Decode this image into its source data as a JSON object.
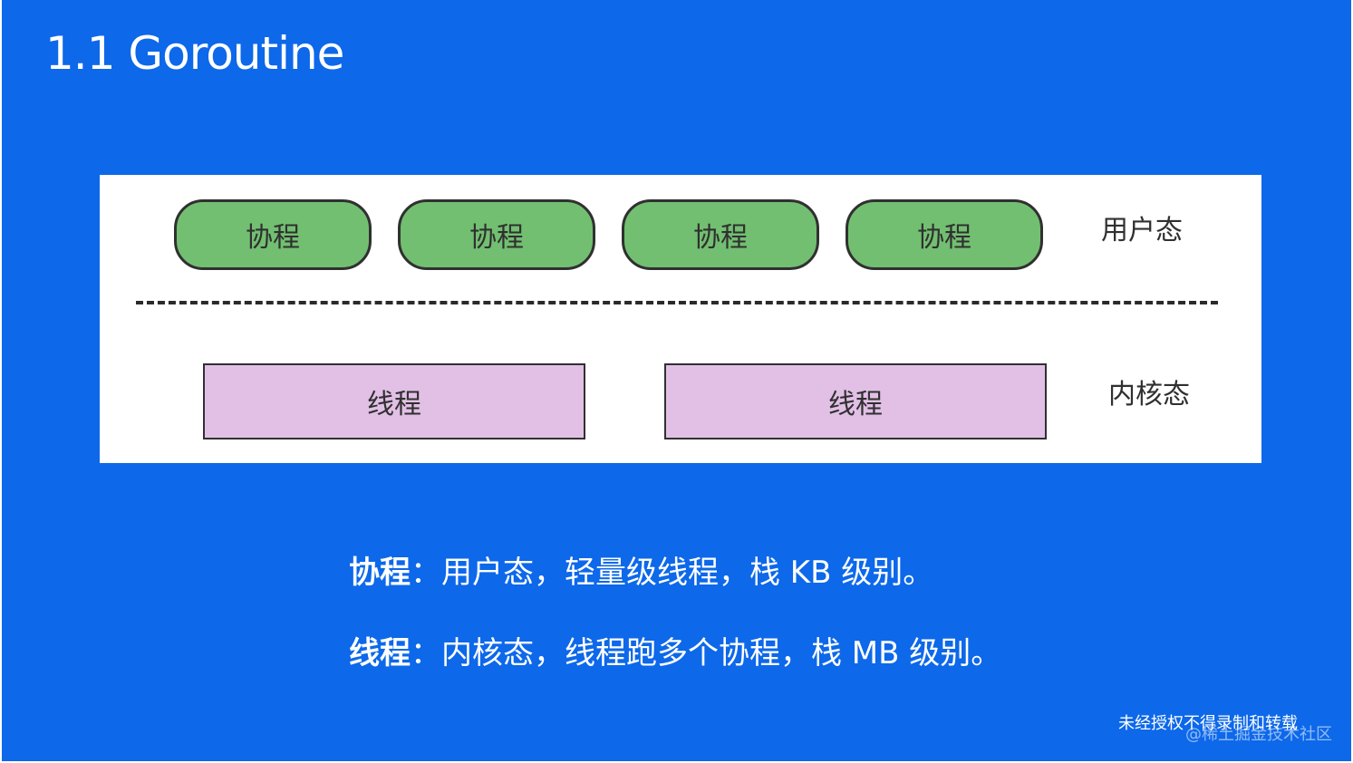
{
  "title": "1.1 Goroutine",
  "diagram": {
    "user_space": {
      "label": "用户态",
      "coroutines": [
        "协程",
        "协程",
        "协程",
        "协程"
      ]
    },
    "kernel_space": {
      "label": "内核态",
      "threads": [
        "线程",
        "线程"
      ]
    },
    "colors": {
      "coroutine_fill": "#72bf71",
      "thread_fill": "#e2c0e6",
      "background": "#0d68ea"
    }
  },
  "descriptions": [
    {
      "term": "协程",
      "text": "：用户态，轻量级线程，栈 KB 级别。"
    },
    {
      "term": "线程",
      "text": "：内核态，线程跑多个协程，栈 MB 级别。"
    }
  ],
  "footer": {
    "notice": "未经授权不得录制和转载",
    "watermark": "@稀土掘金技术社区"
  }
}
